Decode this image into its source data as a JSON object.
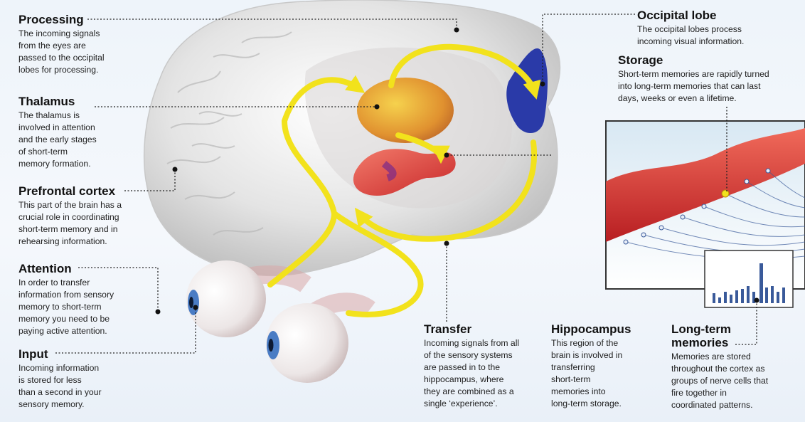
{
  "labels": {
    "processing": {
      "title": "Processing",
      "text": "The incoming signals\nfrom the eyes are\npassed to the occipital\nlobes for processing."
    },
    "thalamus": {
      "title": "Thalamus",
      "text": "The thalamus is\ninvolved in attention\nand the early stages\nof short-term\nmemory formation."
    },
    "prefrontal": {
      "title": "Prefrontal cortex",
      "text": "This part of the brain has a\ncrucial role in coordinating\nshort-term memory and in\nrehearsing information."
    },
    "attention": {
      "title": "Attention",
      "text": "In order to transfer\ninformation from sensory\nmemory to short-term\nmemory you need to be\npaying active attention."
    },
    "input": {
      "title": "Input",
      "text": "Incoming information\nis stored for less\nthan a second in your\nsensory memory."
    },
    "transfer": {
      "title": "Transfer",
      "text": "Incoming signals from all\nof the sensory systems\nare passed in to the\nhippocampus, where\nthey are combined as a\nsingle ‘experience’."
    },
    "hippocampus": {
      "title": "Hippocampus",
      "text": "This region of the\nbrain is involved in\ntransferring\nshort-term\nmemories into\nlong-term storage."
    },
    "longterm": {
      "title": "Long-term\nmemories",
      "text": "Memories are stored\nthroughout the cortex as\ngroups of nerve cells that\nfire together in\ncoordinated patterns."
    },
    "occipital": {
      "title": "Occipital lobe",
      "text": "The occipital lobes process\nincoming visual information."
    },
    "storage": {
      "title": "Storage",
      "text": "Short-term memories are rapidly turned\ninto long-term memories that can last\ndays, weeks or even a lifetime."
    }
  },
  "colors": {
    "pathway": "#f2e21c",
    "thalamus": "#e8a02a",
    "hippocampus": "#e0443c",
    "occipital": "#2a3aa8",
    "brain": "#dcdcdc",
    "leader": "#222222"
  }
}
